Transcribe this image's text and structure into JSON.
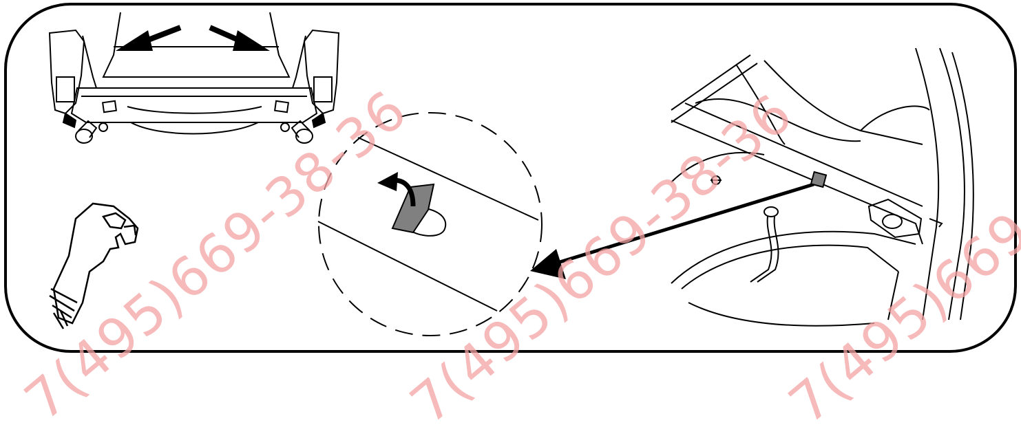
{
  "figure": {
    "panels": [
      "rear-view-lift-points",
      "glove-instruction",
      "trunk-clip-detail"
    ],
    "line_color": "#000000",
    "highlight_color": "#808080"
  },
  "watermark": {
    "text": "7(495)669-38-36",
    "color": "#f5a3a3"
  }
}
